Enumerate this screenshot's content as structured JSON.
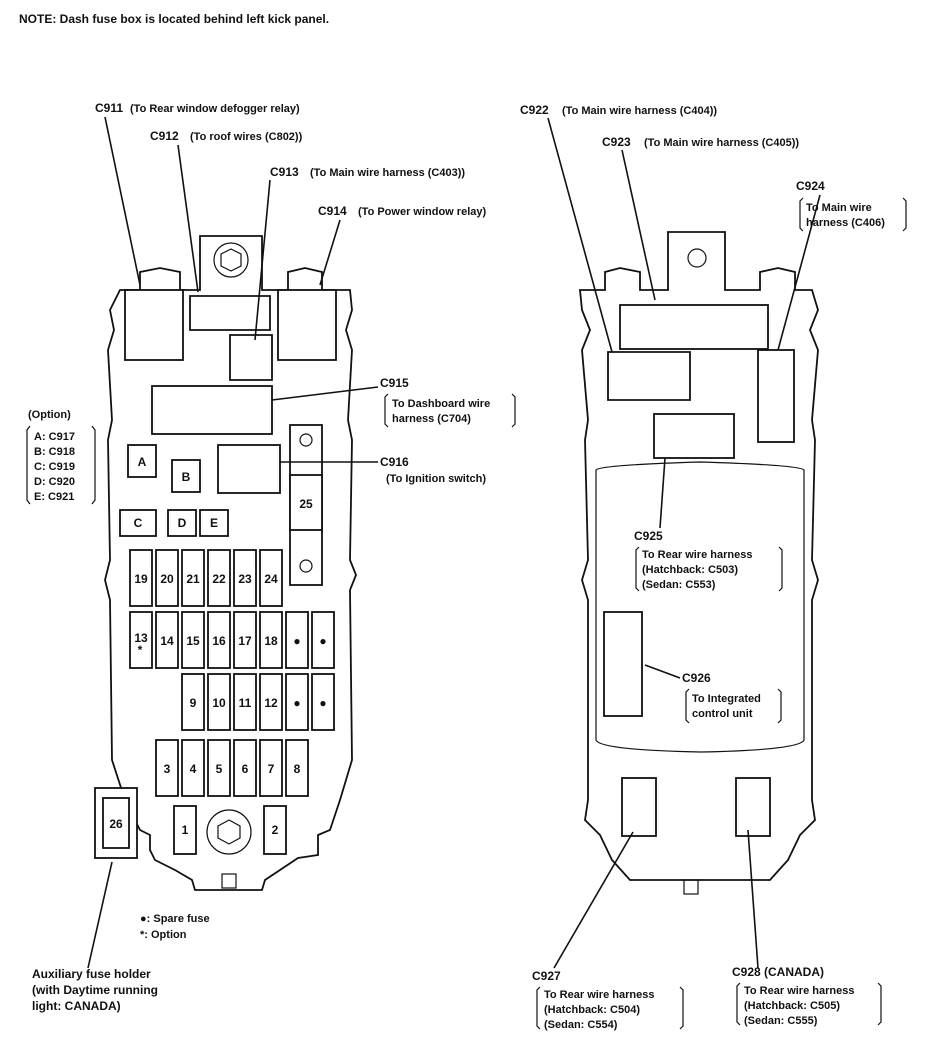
{
  "note": "NOTE: Dash fuse box is located behind left kick panel.",
  "left_box": {
    "callouts": {
      "c911": {
        "code": "C911",
        "desc": "(To Rear window defogger relay)"
      },
      "c912": {
        "code": "C912",
        "desc": "(To roof wires (C802))"
      },
      "c913": {
        "code": "C913",
        "desc": "(To Main wire harness (C403))"
      },
      "c914": {
        "code": "C914",
        "desc": "(To Power window relay)"
      },
      "c915": {
        "code": "C915",
        "desc1": "To Dashboard wire",
        "desc2": "harness (C704)"
      },
      "c916": {
        "code": "C916",
        "desc": "(To Ignition switch)"
      }
    },
    "option": {
      "title": "(Option)",
      "items": [
        "A: C917",
        "B: C918",
        "C: C919",
        "D: C920",
        "E: C921"
      ]
    },
    "small_connectors": [
      "A",
      "B",
      "C",
      "D",
      "E"
    ],
    "fuses": {
      "row1": [
        "19",
        "20",
        "21",
        "22",
        "23",
        "24"
      ],
      "row2": [
        "13",
        "14",
        "15",
        "16",
        "17",
        "18"
      ],
      "row3": [
        "9",
        "10",
        "11",
        "12"
      ],
      "row4": [
        "3",
        "4",
        "5",
        "6",
        "7",
        "8"
      ],
      "big": "25",
      "bottom_left": "1",
      "bottom_right": "2",
      "aux": "26",
      "spare_mark": "●"
    },
    "legend": {
      "spare": "●: Spare fuse",
      "option": "*: Option"
    },
    "aux_label": [
      "Auxiliary fuse holder",
      "(with Daytime running",
      "light: CANADA)"
    ]
  },
  "right_box": {
    "callouts": {
      "c922": {
        "code": "C922",
        "desc": "(To Main wire harness (C404))"
      },
      "c923": {
        "code": "C923",
        "desc": "(To Main wire harness (C405))"
      },
      "c924": {
        "code": "C924",
        "desc1": "To Main wire",
        "desc2": "harness (C406)"
      },
      "c925": {
        "code": "C925",
        "desc1": "To Rear wire harness",
        "desc2": "(Hatchback: C503)",
        "desc3": "(Sedan: C553)"
      },
      "c926": {
        "code": "C926",
        "desc1": "To Integrated",
        "desc2": "control unit"
      },
      "c927": {
        "code": "C927",
        "desc1": "To Rear wire harness",
        "desc2": "(Hatchback: C504)",
        "desc3": "(Sedan: C554)"
      },
      "c928": {
        "code": "C928 (CANADA)",
        "desc1": "To Rear wire harness",
        "desc2": "(Hatchback: C505)",
        "desc3": "(Sedan: C555)"
      }
    }
  }
}
